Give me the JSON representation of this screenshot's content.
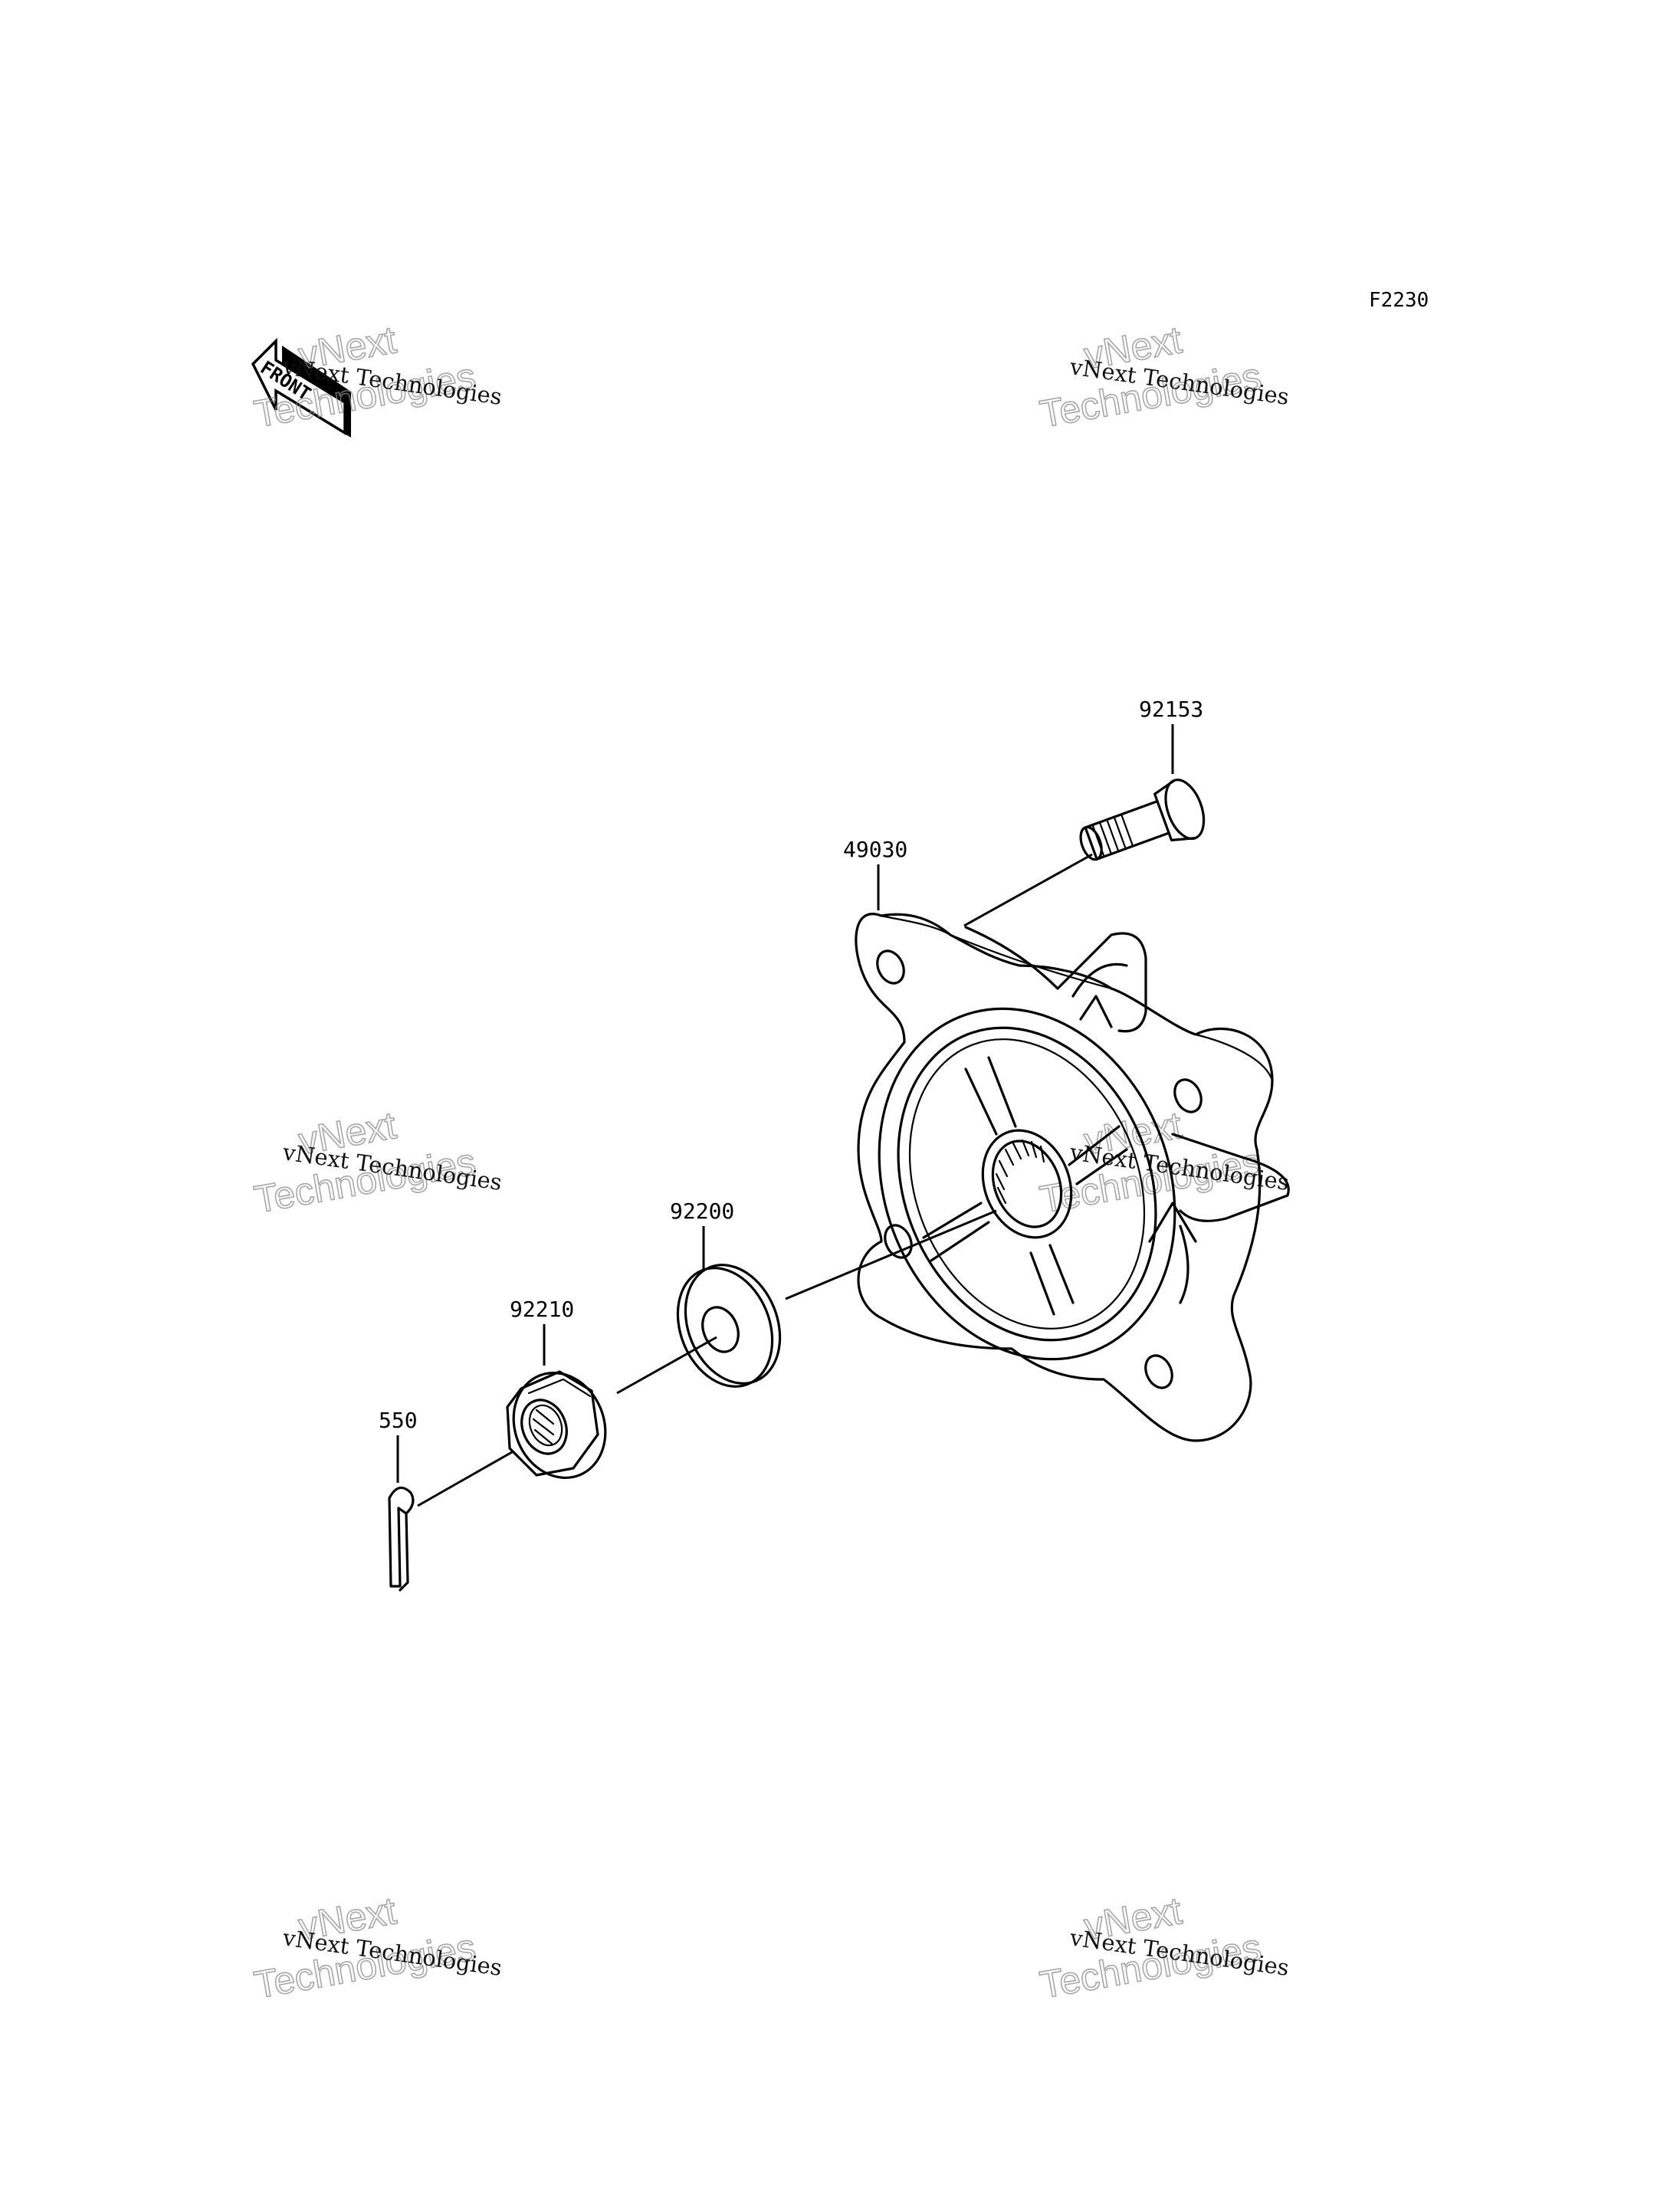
{
  "diagram_code": "F2230",
  "front_label": "FRONT",
  "watermark": {
    "line1": "vNext",
    "line2": "Technologies",
    "small": "vNext Technologies"
  },
  "parts": {
    "bolt": "92153",
    "hub": "49030",
    "washer": "92200",
    "nut": "92210",
    "cotter_pin": "550"
  }
}
